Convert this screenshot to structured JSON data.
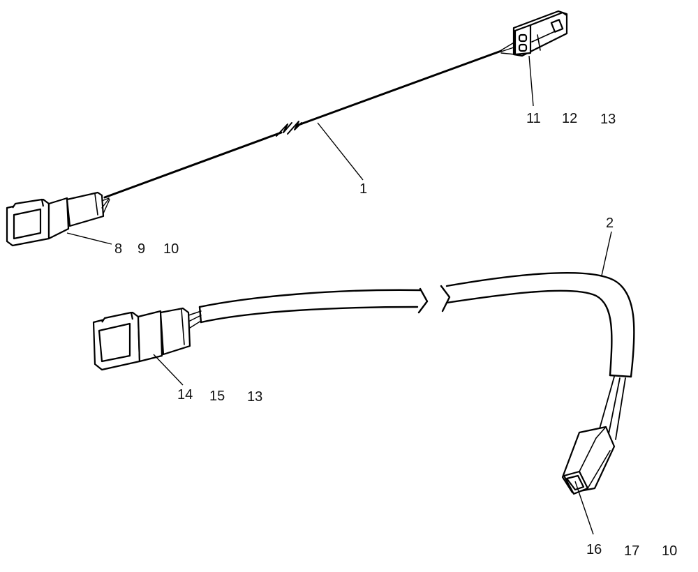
{
  "harness_1": {
    "item": "1",
    "connector_a_callouts": [
      "8",
      "9",
      "10"
    ],
    "connector_b_callouts": [
      "11",
      "12",
      "13"
    ]
  },
  "harness_2": {
    "item": "2",
    "connector_a_callouts": [
      "14",
      "15",
      "13"
    ],
    "connector_b_callouts": [
      "16",
      "17",
      "10"
    ]
  }
}
